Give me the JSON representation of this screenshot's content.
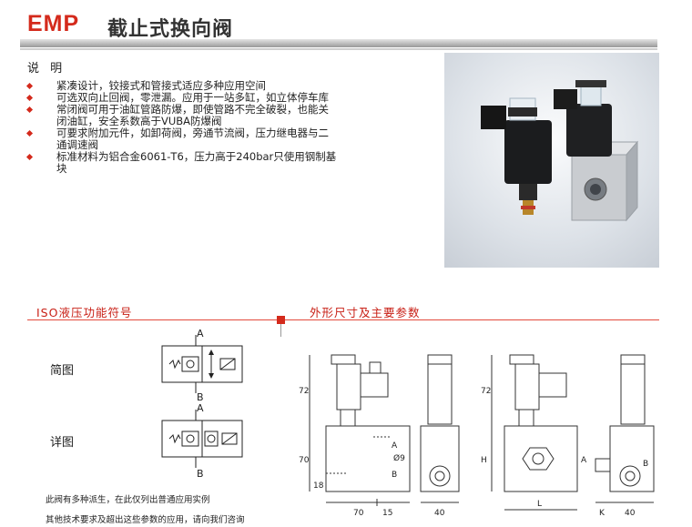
{
  "header": {
    "brand": "EMP",
    "title": "截止式换向阀"
  },
  "description": {
    "heading": "说 明",
    "bullets": [
      "紧凑设计，铰接式和管接式适应多种应用空间",
      "可选双向止回阀，零泄漏。应用于一站多缸，如立体停车库",
      "常闭阀可用于油缸管路防爆，即使管路不完全破裂，也能关闭油缸，安全系数高于VUBA防爆阀",
      "可要求附加元件，如卸荷阀，旁通节流阀，压力继电器与二通调速阀",
      "标准材料为铝合金6061-T6，压力高于240bar只使用钢制基块"
    ]
  },
  "iso": {
    "heading": "ISO液压功能符号",
    "simple_label": "简图",
    "detail_label": "详图",
    "port_a": "A",
    "port_b": "B"
  },
  "dims": {
    "heading": "外形尺寸及主要参数",
    "d72": "72",
    "d70": "70",
    "d18": "18",
    "d15": "15",
    "d40": "40",
    "dia9": "Ø9",
    "H": "H",
    "L": "L",
    "K": "K",
    "A": "A",
    "B": "B"
  },
  "notes": [
    "此阀有多种派生，在此仅列出普通应用实例",
    "其他技术要求及超出这些参数的应用，请向我们咨询"
  ],
  "colors": {
    "brand_red": "#d42a1c"
  }
}
